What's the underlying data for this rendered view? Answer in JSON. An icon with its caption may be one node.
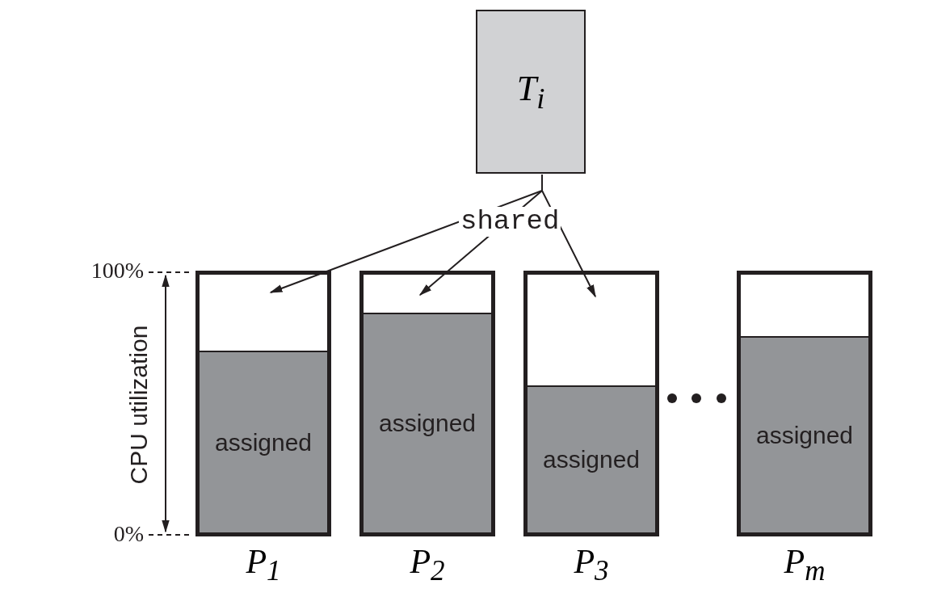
{
  "diagram": {
    "nodes": [
      {
        "text": [
          "T$_{i}$"
        ]
      },
      {
        "text": [
          "P$_{1}$"
        ]
      },
      {
        "text": [],
        "shape": "box",
        "in": 1
      },
      {
        "text": [
          "assigned"
        ],
        "in": 1
      },
      {
        "text": [
          "P$_{2}$"
        ]
      },
      {
        "text": [],
        "shape": "box",
        "in": 4
      },
      {
        "text": [
          "assigned"
        ],
        "in": 4
      },
      {
        "text": [
          "P$_{3}$"
        ]
      },
      {
        "text": [],
        "shape": "box",
        "in": 7
      },
      {
        "text": [
          "assigned"
        ],
        "in": 7
      },
      {
        "text": [
          "P$_{m}$"
        ]
      },
      {
        "text": [],
        "shape": "box",
        "in": 10
      },
      {
        "text": [
          "assigned"
        ],
        "in": 10
      }
    ],
    "edges": [
      {
        "from": 0,
        "to": 2,
        "arrow": "to"
      },
      {
        "from": 0,
        "to": 5,
        "arrow": "to"
      },
      {
        "from": 0,
        "to": 8,
        "arrow": "to"
      }
    ],
    "labels": [
      "100%",
      "0%",
      "CPU utilization",
      "shared"
    ]
  }
}
